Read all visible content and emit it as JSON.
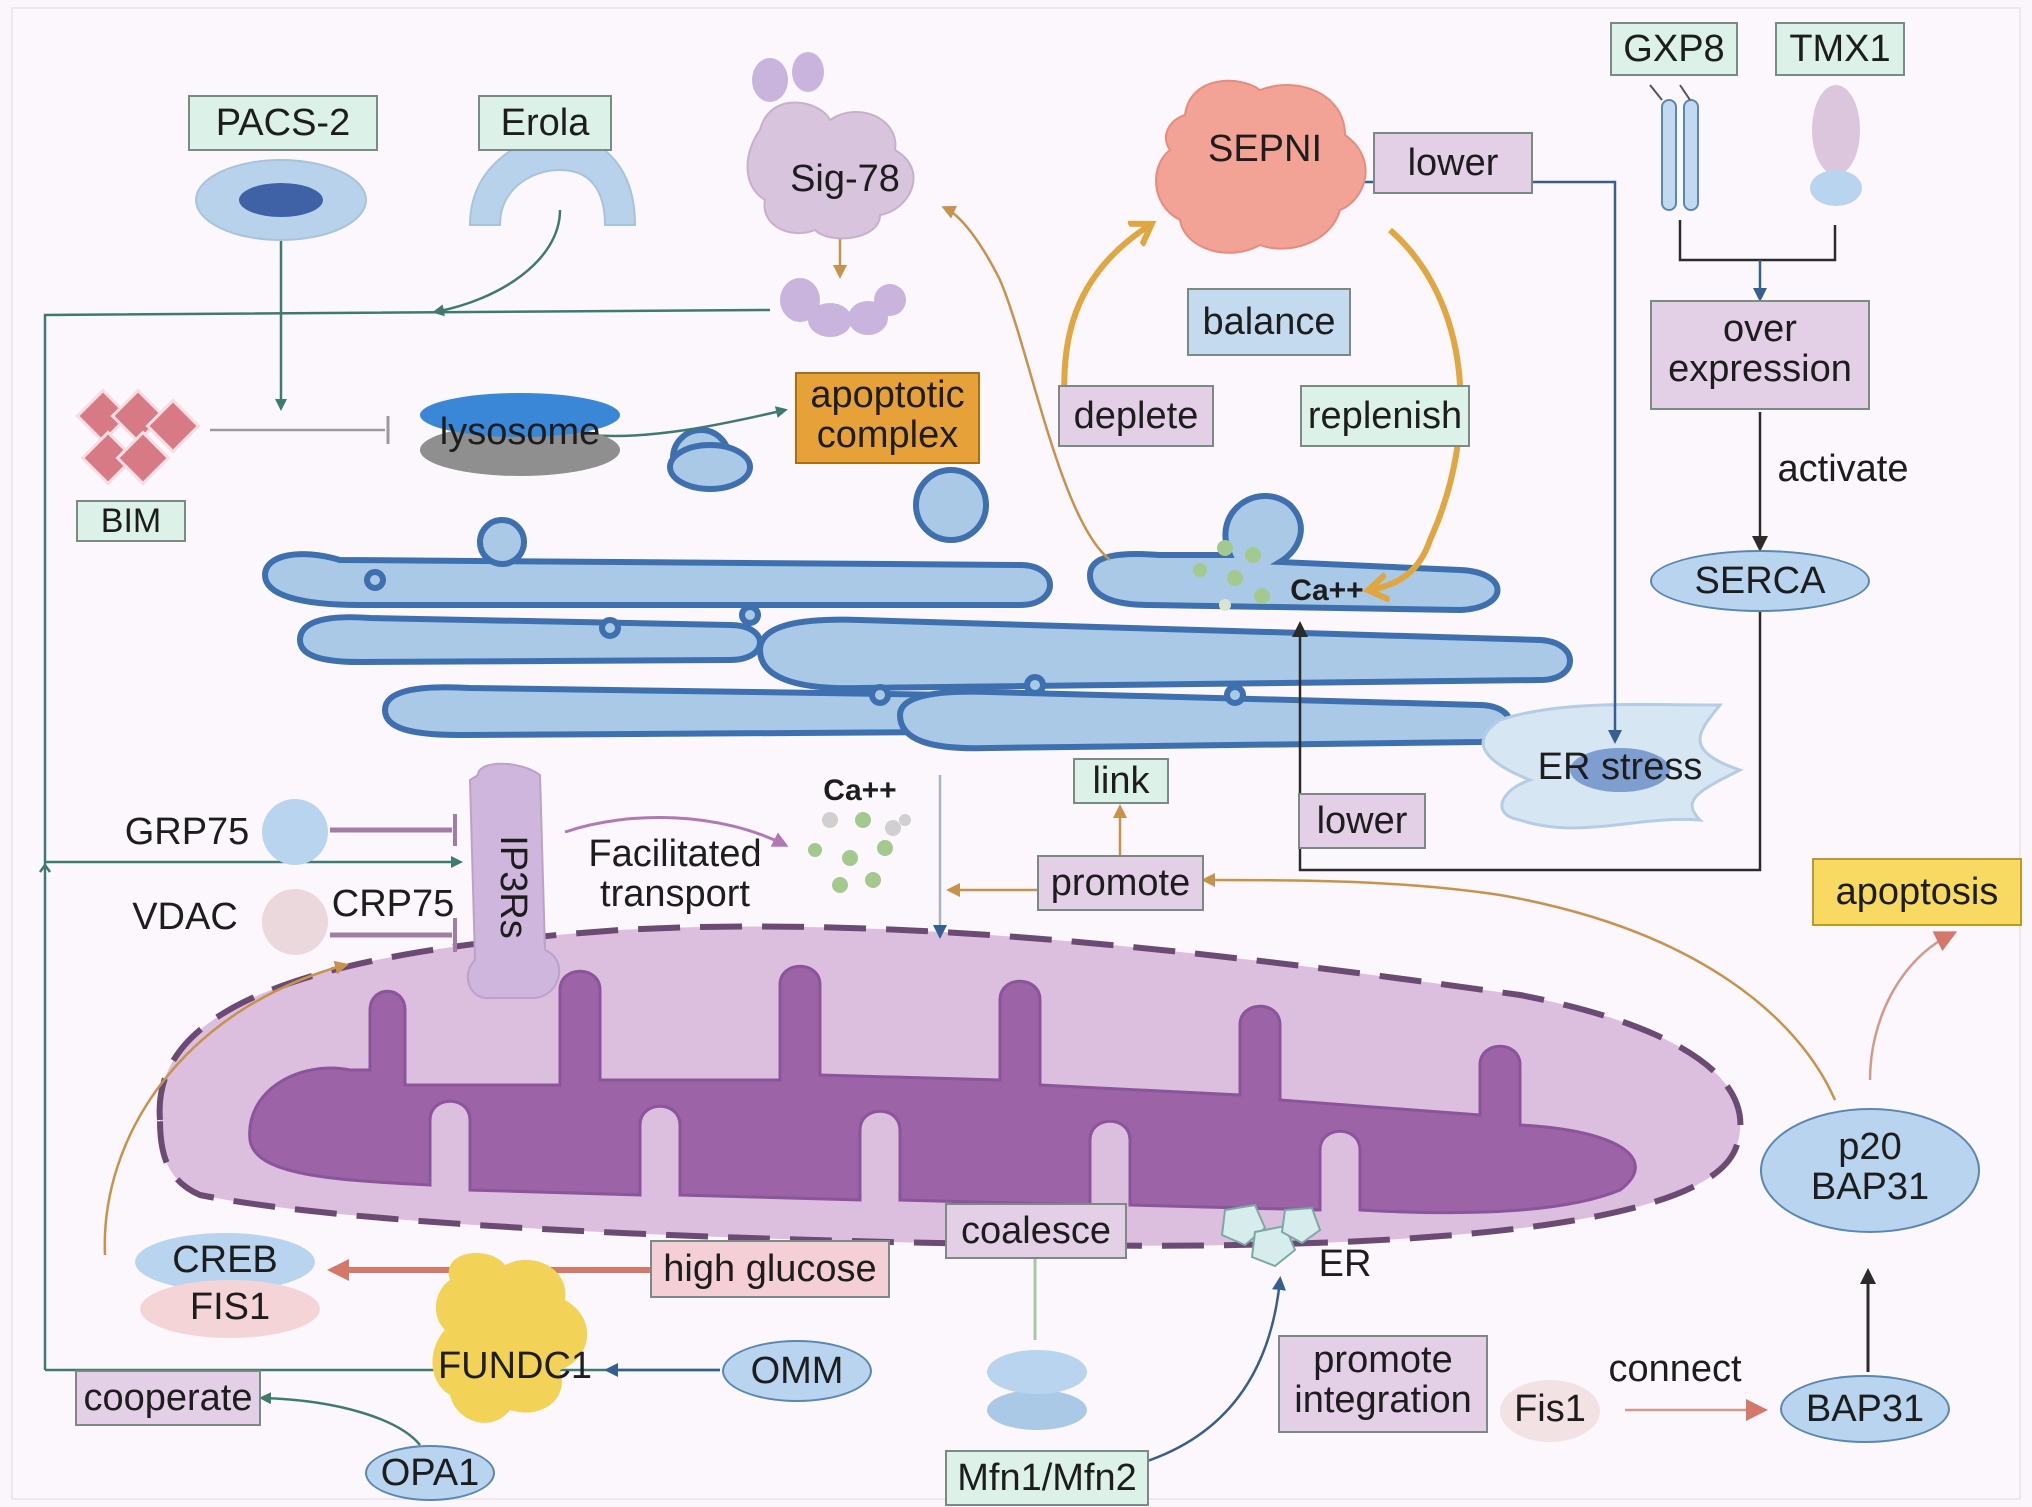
{
  "labels": {
    "pacs2": "PACS-2",
    "erola": "Erola",
    "sig78": "Sig-78",
    "sepni": "SEPNI",
    "lower_top": "lower",
    "gxp8": "GXP8",
    "tmx1": "TMX1",
    "balance": "balance",
    "deplete": "deplete",
    "replenish": "replenish",
    "over_expression_1": "over",
    "over_expression_2": "expression",
    "activate": "activate",
    "serca": "SERCA",
    "lysosome": "lysosome",
    "apoptotic_complex_1": "apoptotic",
    "apoptotic_complex_2": "complex",
    "bim": "BIM",
    "ca_er": "Ca++",
    "ca_gap": "Ca++",
    "grp75": "GRP75",
    "vdac": "VDAC",
    "crp75": "CRP75",
    "ip3rs": "IP3Rs",
    "facilitated_transport_1": "Facilitated",
    "facilitated_transport_2": "transport",
    "link": "link",
    "promote": "promote",
    "lower_mid": "lower",
    "er_stress": "ER stress",
    "apoptosis": "apoptosis",
    "p20_bap31_1": "p20",
    "p20_bap31_2": "BAP31",
    "creb": "CREB",
    "fis1_upper": "FIS1",
    "high_glucose": "high glucose",
    "coalesce": "coalesce",
    "er": "ER",
    "fundc1": "FUNDC1",
    "omm": "OMM",
    "cooperate": "cooperate",
    "opa1": "OPA1",
    "mfn": "Mfn1/Mfn2",
    "promote_integration_1": "promote",
    "promote_integration_2": "integration",
    "fis1_lower": "Fis1",
    "connect": "connect",
    "bap31": "BAP31"
  },
  "colors": {
    "er_fill": "#a9c9e6",
    "er_stroke": "#3e6fae",
    "mito_outer": "#dcbede",
    "mito_inner": "#9c63a6",
    "arrow_teal": "#3f7a70",
    "arrow_gold": "#c7924a",
    "arrow_red": "#d4786a",
    "arrow_blue": "#355f91"
  }
}
